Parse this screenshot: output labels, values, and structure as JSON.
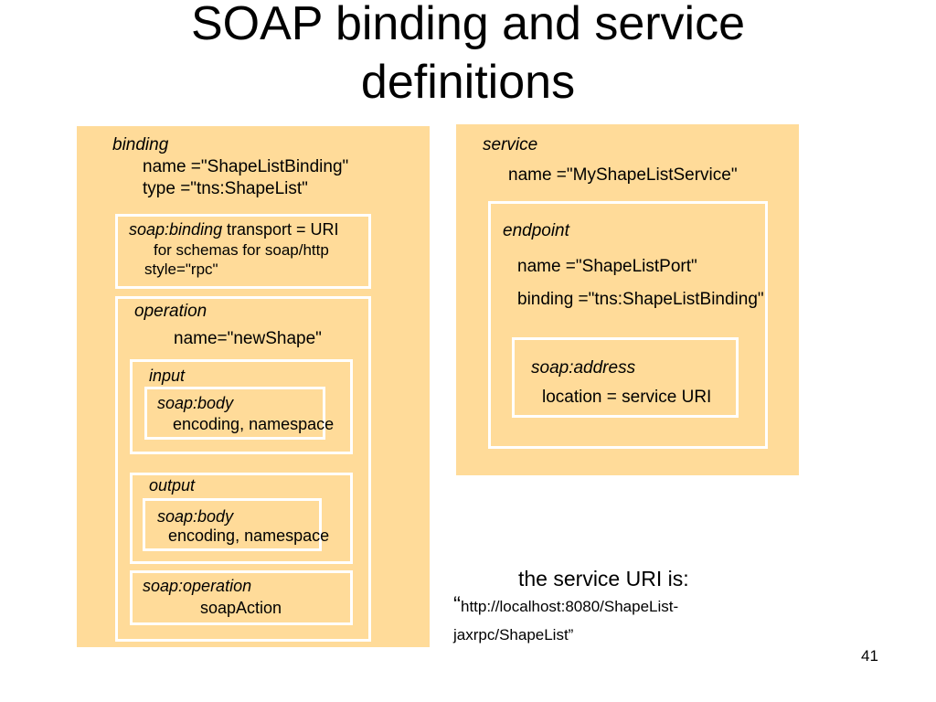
{
  "slide": {
    "title_line1": "SOAP binding and service",
    "title_line2": "definitions",
    "page_number": "41"
  },
  "binding": {
    "label": "binding",
    "name": "name =\"ShapeListBinding\"",
    "type": "type =\"tns:ShapeList\"",
    "soap_binding": {
      "label": "soap:binding",
      "transport": "transport = URI",
      "schemas": "for schemas for soap/http",
      "style": "style=\"rpc\""
    },
    "operation": {
      "label": "operation",
      "name": "name=\"newShape\"",
      "input": {
        "label": "input",
        "body_label": "soap:body",
        "body_text": "encoding, namespace"
      },
      "output": {
        "label": "output",
        "body_label": "soap:body",
        "body_text": "encoding, namespace"
      },
      "soap_operation": {
        "label": "soap:operation",
        "text": "soapAction"
      }
    }
  },
  "service": {
    "label": "service",
    "name": "name =\"MyShapeListService\"",
    "endpoint": {
      "label": "endpoint",
      "name": "name =\"ShapeListPort\"",
      "binding": "binding =\"tns:ShapeListBinding\"",
      "soap_address": {
        "label": "soap:address",
        "location": "location = service URI"
      }
    }
  },
  "note": {
    "line1": "the service URI is:",
    "quote_open": "“",
    "line2": "http://localhost:8080/ShapeList-",
    "line3": "jaxrpc/ShapeList”"
  }
}
